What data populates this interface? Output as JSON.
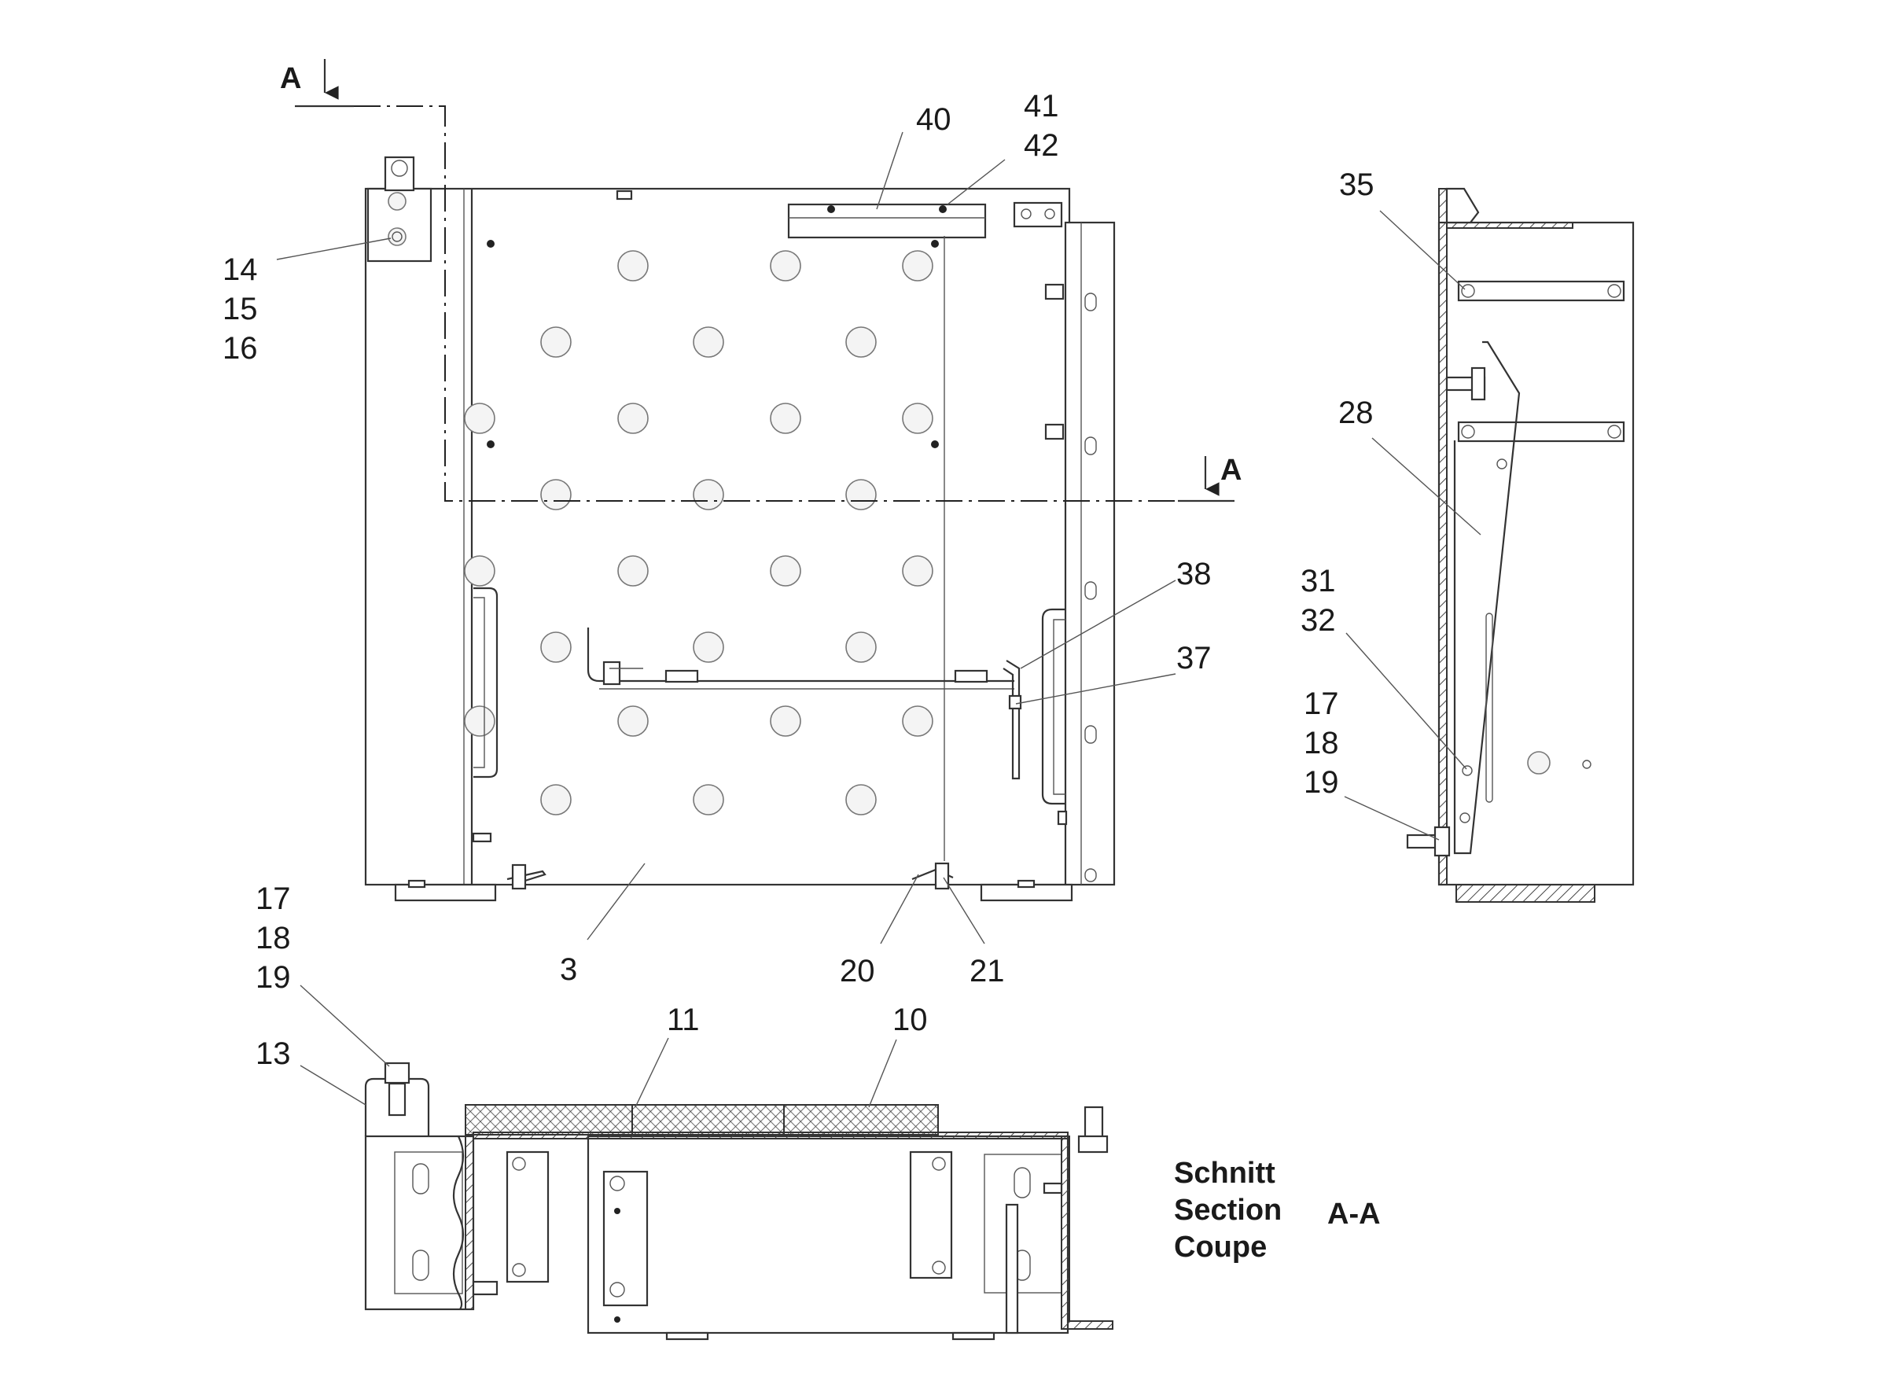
{
  "section_markers": {
    "top_letter": "A",
    "right_letter": "A"
  },
  "front_view": {
    "labels": [
      "14",
      "15",
      "16",
      "40",
      "41",
      "42",
      "38",
      "37",
      "3",
      "20",
      "21"
    ]
  },
  "side_view": {
    "labels": [
      "35",
      "28",
      "31",
      "32",
      "17",
      "18",
      "19"
    ]
  },
  "section_view": {
    "labels": [
      "17",
      "18",
      "19",
      "13",
      "11",
      "10"
    ],
    "title_lines": [
      "Schnitt",
      "Section",
      "Coupe"
    ],
    "section_id": "A-A"
  }
}
